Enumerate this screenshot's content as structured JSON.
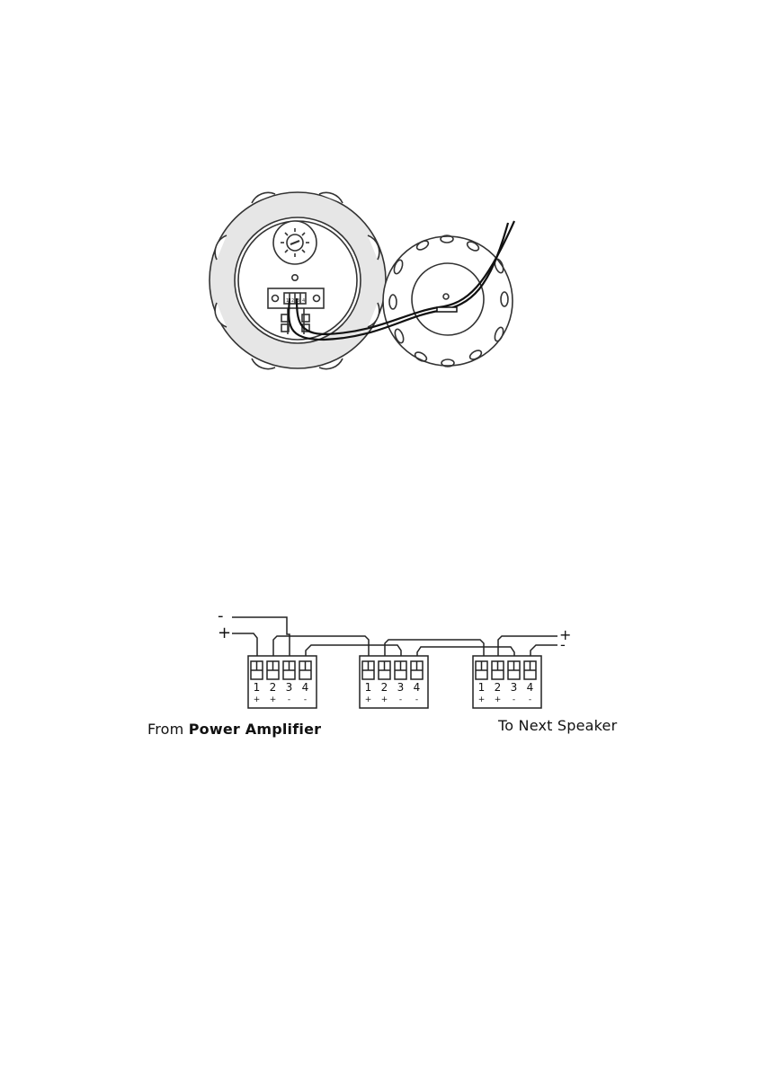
{
  "speaker_illustration": {
    "terminal_numbers": [
      "1",
      "2",
      "3",
      "4"
    ]
  },
  "wiring_diagram": {
    "input_minus_sign": "-",
    "input_plus_sign": "+",
    "output_plus_sign": "+",
    "output_minus_sign": "-",
    "terminal_blocks": [
      {
        "terminals": [
          {
            "number": "1",
            "polarity": "+"
          },
          {
            "number": "2",
            "polarity": "+"
          },
          {
            "number": "3",
            "polarity": "-"
          },
          {
            "number": "4",
            "polarity": "-"
          }
        ]
      },
      {
        "terminals": [
          {
            "number": "1",
            "polarity": "+"
          },
          {
            "number": "2",
            "polarity": "+"
          },
          {
            "number": "3",
            "polarity": "-"
          },
          {
            "number": "4",
            "polarity": "-"
          }
        ]
      },
      {
        "terminals": [
          {
            "number": "1",
            "polarity": "+"
          },
          {
            "number": "2",
            "polarity": "+"
          },
          {
            "number": "3",
            "polarity": "-"
          },
          {
            "number": "4",
            "polarity": "-"
          }
        ]
      }
    ],
    "from_label_prefix": "From ",
    "from_label_bold": "Power Amplifier",
    "to_label": "To Next Speaker"
  }
}
